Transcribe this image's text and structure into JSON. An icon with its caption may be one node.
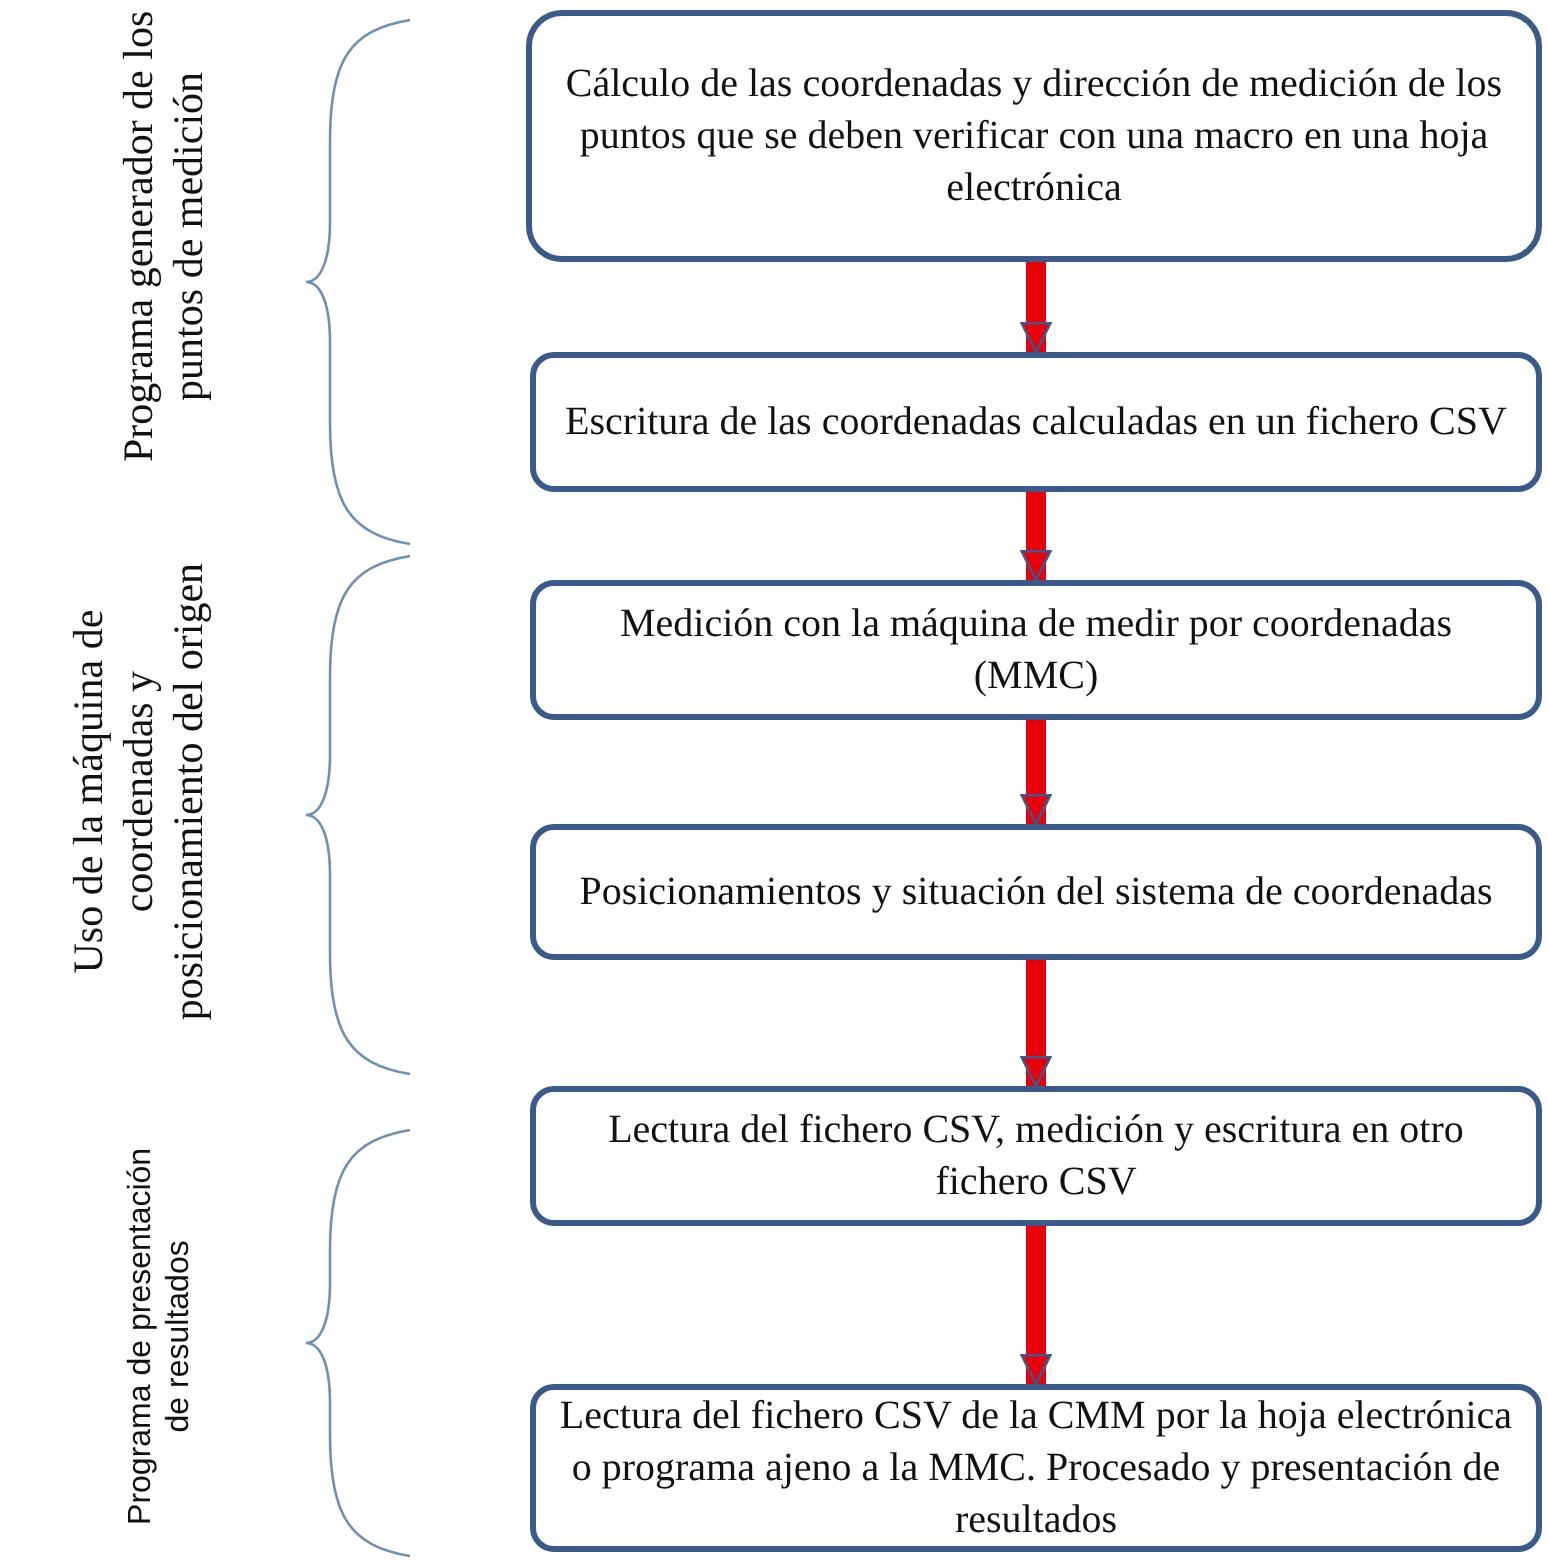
{
  "diagram": {
    "nodes": [
      {
        "text": [
          "Cálculo de las coordenadas y dirección de medición de los puntos que se deben verificar con una macro en una hoja electrónica"
        ]
      },
      {
        "text": [
          "Escritura de las coordenadas calculadas en un fichero CSV"
        ]
      },
      {
        "text": [
          "Medición con la máquina de medir por coordenadas (MMC)"
        ]
      },
      {
        "text": [
          "Posicionamientos y situación del sistema de coordenadas"
        ]
      },
      {
        "text": [
          "Lectura del fichero CSV, medición y escritura en otro fichero CSV"
        ]
      },
      {
        "text": [
          "Lectura del fichero CSV de la CMM por la hoja electrónica o programa ajeno a la MMC. Procesado y presentación de resultados"
        ]
      }
    ],
    "edges": [
      {
        "from": 0,
        "to": 1,
        "arrow": "to"
      },
      {
        "from": 1,
        "to": 2,
        "arrow": "to"
      },
      {
        "from": 2,
        "to": 3,
        "arrow": "to"
      },
      {
        "from": 3,
        "to": 4,
        "arrow": "to"
      },
      {
        "from": 4,
        "to": 5,
        "arrow": "to"
      }
    ],
    "labels": [
      "Programa generador de los puntos de medición",
      "Uso de la máquina de coordenadas y posicionamiento del origen",
      "Programa de presentación de resultados"
    ]
  }
}
